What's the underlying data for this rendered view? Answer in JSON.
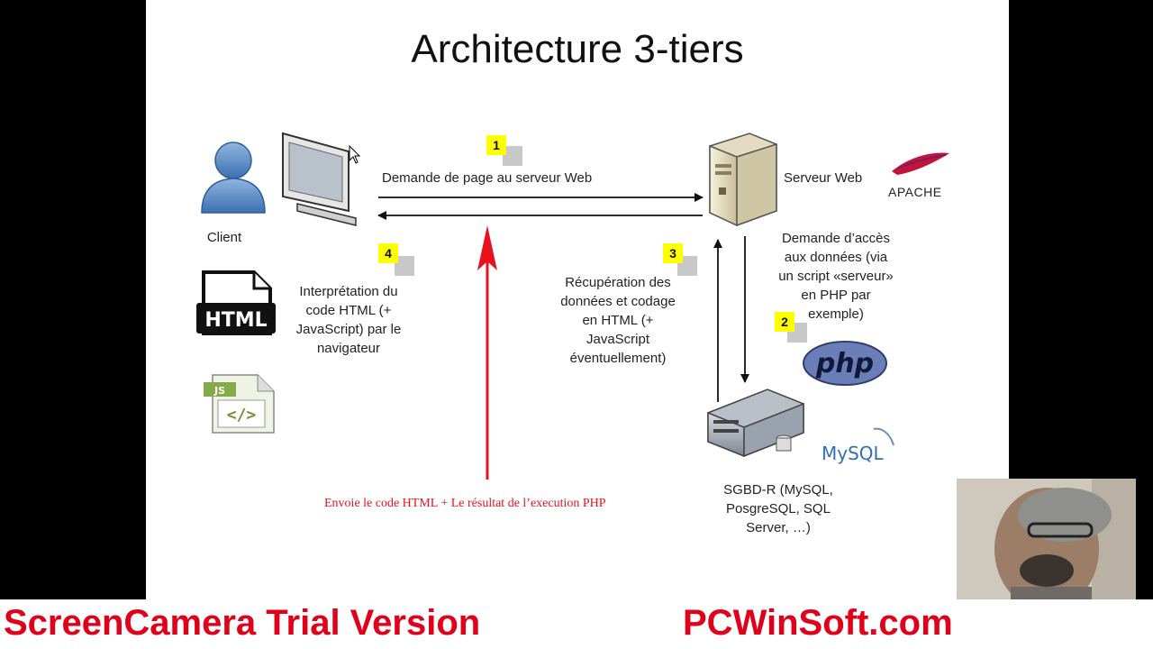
{
  "slide": {
    "title": "Architecture 3-tiers",
    "client_label": "Client",
    "request_label": "Demande de page au serveur Web",
    "server_label": "Serveur Web",
    "apache_label": "APACHE",
    "data_access_lines": [
      "Demande d’accès",
      "aux données (via",
      "un script «serveur»",
      "en PHP par",
      "exemple)"
    ],
    "recuperation_lines": [
      "Récupération des",
      "données et codage",
      "en HTML (+",
      "JavaScript",
      "éventuellement)"
    ],
    "interpretation_lines": [
      "Interprétation du",
      "code HTML (+",
      "JavaScript) par le",
      "navigateur"
    ],
    "sgbd_lines": [
      "SGBD-R (MySQL,",
      "PosgreSQL, SQL",
      "Server, …)"
    ],
    "red_note": "Envoie le code HTML + Le résultat de l’execution PHP",
    "html_icon_label": "HTML",
    "js_icon_tag": "JS",
    "js_icon_code": "</>",
    "php_logo": "php",
    "mysql_logo": "MySQL",
    "badges": [
      "1",
      "2",
      "3",
      "4"
    ]
  },
  "overlay": {
    "trial_left": "ScreenCamera Trial Version",
    "trial_right": "PCWinSoft.com"
  },
  "colors": {
    "badge_yellow": "#ffff00",
    "arrow_red": "#e8121f",
    "php_blue": "#6c7eb7",
    "apache_red": "#c0143c",
    "trial_red": "#e0001a"
  }
}
